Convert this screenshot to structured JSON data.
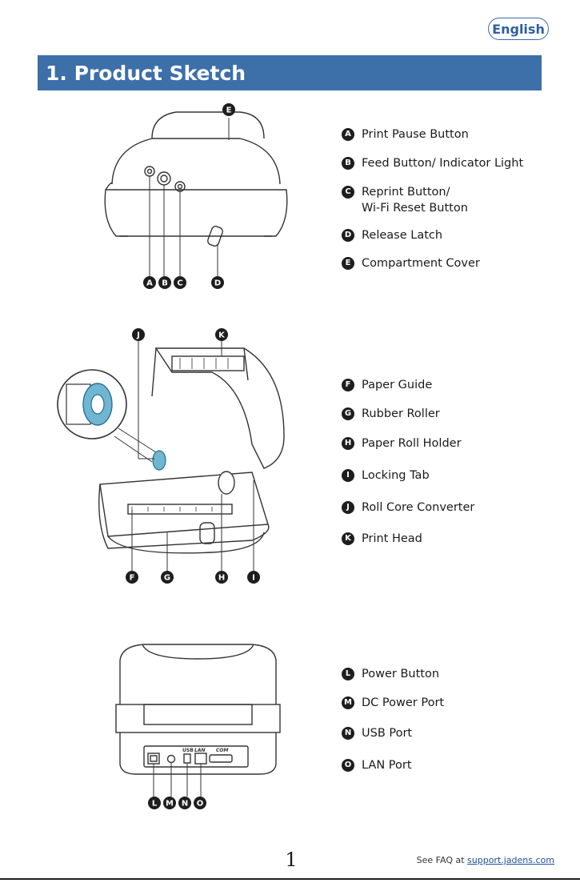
{
  "header": {
    "language": "English",
    "section_title": "1. Product Sketch"
  },
  "sections": [
    {
      "callouts": [
        "A",
        "B",
        "C",
        "D",
        "E"
      ],
      "legend": [
        {
          "letter": "A",
          "label": "Print Pause Button"
        },
        {
          "letter": "B",
          "label": "Feed Button/ Indicator Light"
        },
        {
          "letter": "C",
          "label": "Reprint Button/\nWi-Fi Reset Button"
        },
        {
          "letter": "D",
          "label": "Release Latch"
        },
        {
          "letter": "E",
          "label": "Compartment Cover"
        }
      ]
    },
    {
      "callouts": [
        "F",
        "G",
        "H",
        "I",
        "J",
        "K"
      ],
      "legend": [
        {
          "letter": "F",
          "label": "Paper Guide"
        },
        {
          "letter": "G",
          "label": "Rubber Roller"
        },
        {
          "letter": "H",
          "label": "Paper Roll Holder"
        },
        {
          "letter": "I",
          "label": "Locking Tab"
        },
        {
          "letter": "J",
          "label": "Roll Core Converter"
        },
        {
          "letter": "K",
          "label": "Print Head"
        }
      ]
    },
    {
      "callouts": [
        "L",
        "M",
        "N",
        "O"
      ],
      "port_labels": [
        "USB",
        "LAN",
        "COM"
      ],
      "legend": [
        {
          "letter": "L",
          "label": "Power Button"
        },
        {
          "letter": "M",
          "label": "DC Power Port"
        },
        {
          "letter": "N",
          "label": "USB Port"
        },
        {
          "letter": "O",
          "label": "LAN Port"
        }
      ]
    }
  ],
  "footer": {
    "page_number": "1",
    "faq_prefix": "See FAQ at",
    "faq_link": "support.jadens.com"
  },
  "colors": {
    "title_bar": "#3d6fa9",
    "roll_core": "#6fb6d3"
  }
}
